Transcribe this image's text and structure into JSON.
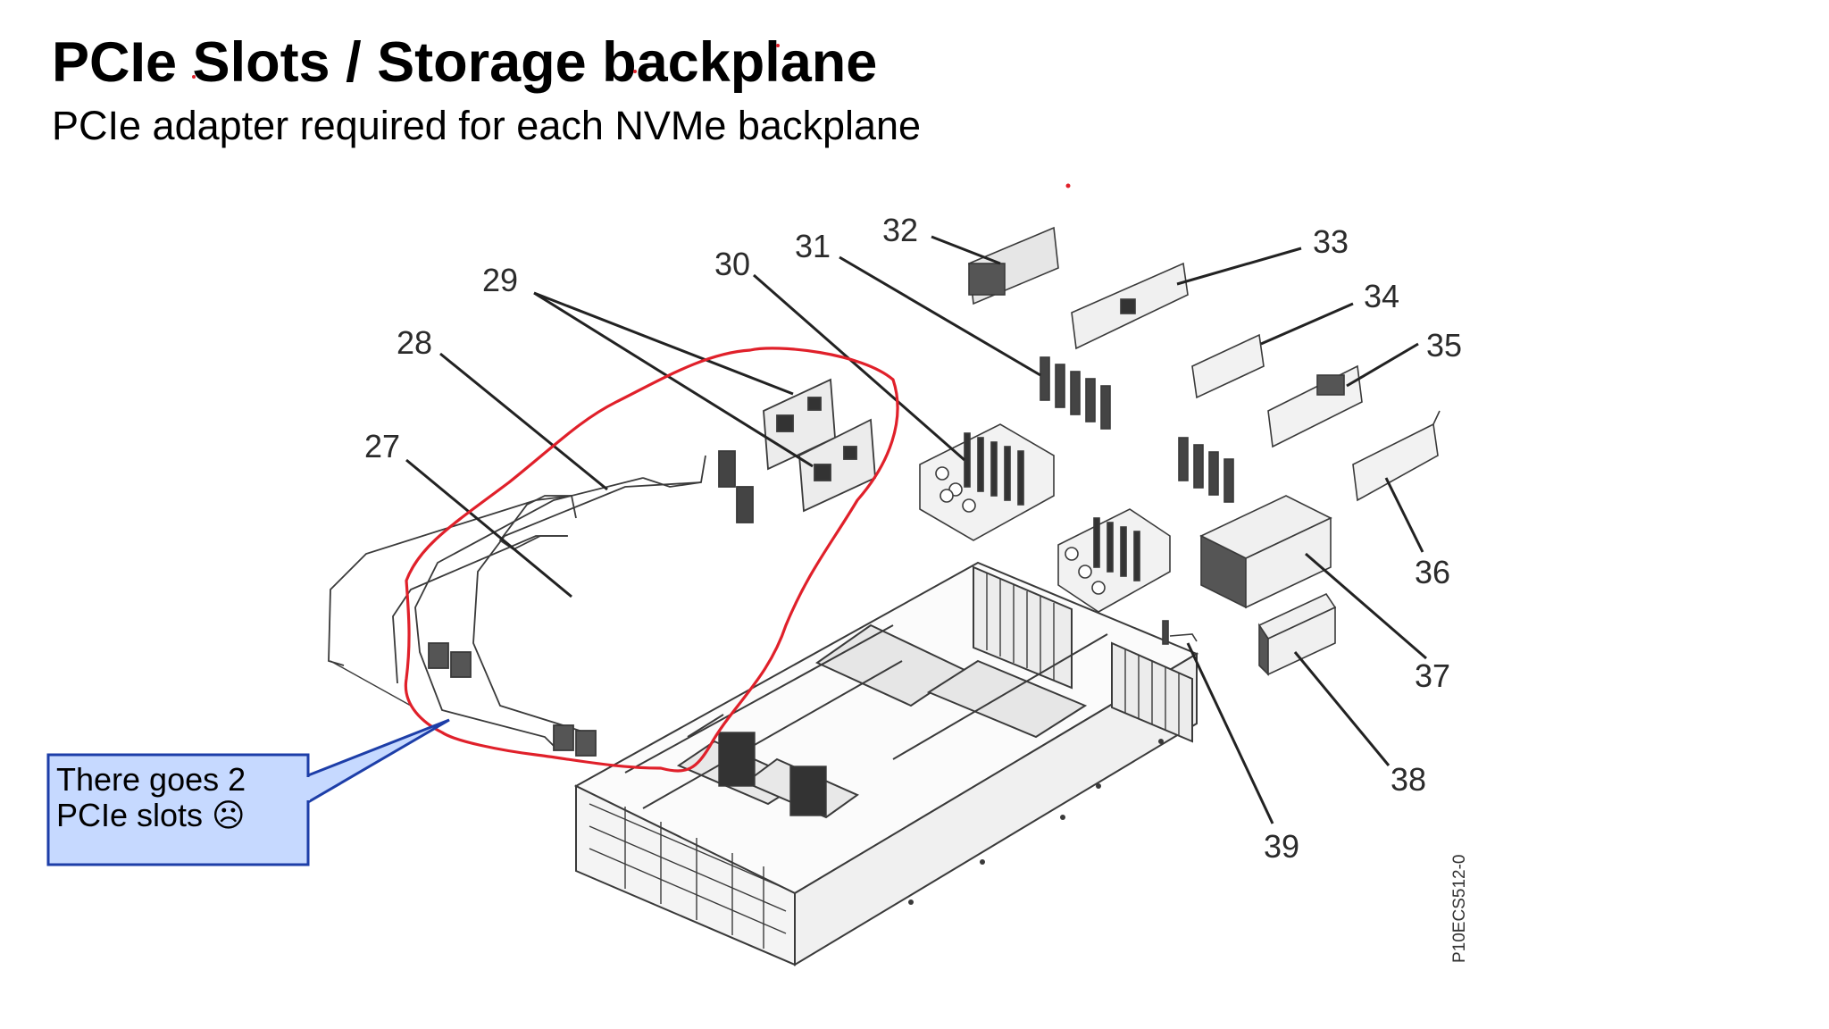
{
  "title": "PCIe Slots / Storage backplane",
  "subtitle": "PCIe adapter required for each NVMe backplane",
  "callout": {
    "line1": "There goes 2",
    "line2": "PCIe slots ☹"
  },
  "figure_id": "P10ECS512-0",
  "part_numbers": [
    "27",
    "28",
    "29",
    "30",
    "31",
    "32",
    "33",
    "34",
    "35",
    "36",
    "37",
    "38",
    "39"
  ],
  "colors": {
    "highlight_loop": "#e0202a",
    "callout_fill": "#c6d9ff",
    "callout_border": "#1d3ea8",
    "line_art": "#3a3a3a"
  }
}
